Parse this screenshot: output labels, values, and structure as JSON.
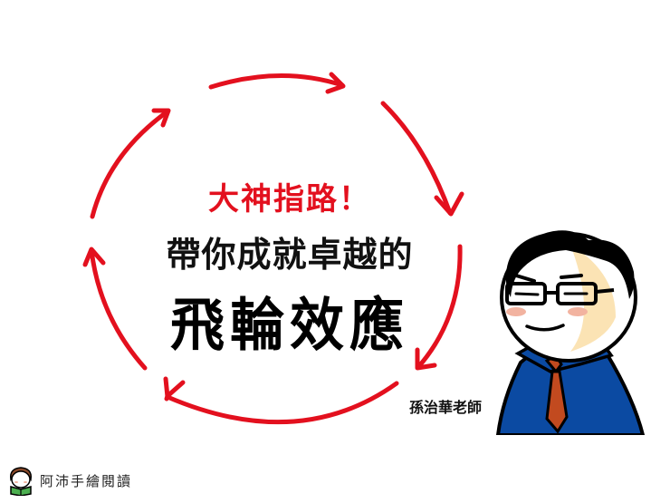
{
  "headline": {
    "tagline": "大神指路！",
    "subtitle": "帶你成就卓越的",
    "title": "飛輪效應"
  },
  "author": {
    "name": "孫治華老師"
  },
  "brand": {
    "name": "阿沛手繪閱讀"
  },
  "colors": {
    "accent_red": "#e3101e",
    "suit_blue": "#0b4aa2",
    "tie_orange": "#c24a1f",
    "skin_shade": "#fbe3b4",
    "blush": "#f2b3a0"
  },
  "diagram": {
    "type": "cycle",
    "arrows": 6,
    "direction": "clockwise"
  }
}
